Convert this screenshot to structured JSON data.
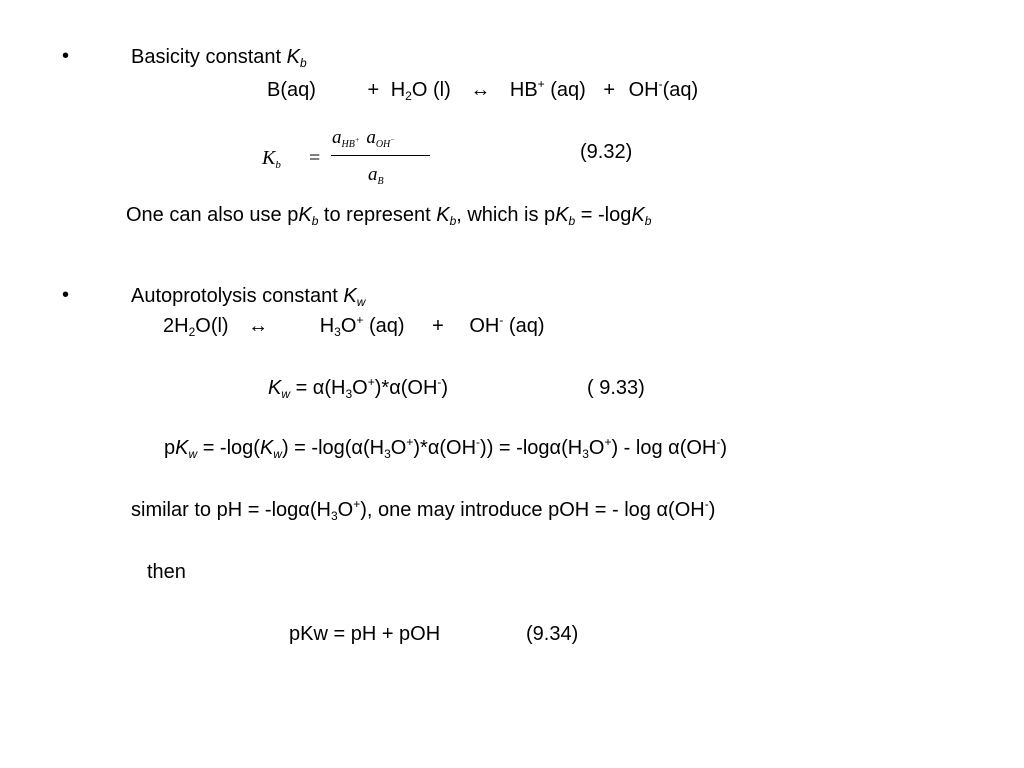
{
  "section1": {
    "bullet": "•",
    "title_text": "Basicity constant ",
    "title_sym": "K",
    "title_sub": "b",
    "eq": {
      "reactant1": "B(aq)",
      "plus1": "+",
      "water_a": "H",
      "water_sub": "2",
      "water_b": "O (l)",
      "arrow": "↔",
      "prod1_a": "HB",
      "prod1_sup": "+",
      "prod1_b": " (aq)",
      "plus2": "+",
      "prod2_a": "OH",
      "prod2_sup": "-",
      "prod2_b": "(aq)"
    },
    "formula": {
      "lhs": "K",
      "lhs_sub": "b",
      "equals": "=",
      "num_a1": "a",
      "num_a1_sub": "HB",
      "num_a1_sup": "+",
      "num_a2": "a",
      "num_a2_sub": "OH",
      "num_a2_sup": "−",
      "den": "a",
      "den_sub": "B",
      "number": "(9.32)"
    },
    "note": {
      "p1": "One can also use p",
      "k1": "K",
      "k1_sub": "b",
      "p2": " to represent ",
      "k2": "K",
      "k2_sub": "b",
      "p3": ", which is p",
      "k3": "K",
      "k3_sub": "b",
      "p4": " = -log",
      "k4": "K",
      "k4_sub": "b"
    }
  },
  "section2": {
    "bullet": "•",
    "title_text": "Autoprotolysis constant ",
    "title_sym": "K",
    "title_sub": "w",
    "eq": {
      "reactant_a": "2H",
      "reactant_sub": "2",
      "reactant_b": "O(l)",
      "arrow": "↔",
      "prod1_a": "H",
      "prod1_sub": "3",
      "prod1_b": "O",
      "prod1_sup": "+",
      "prod1_c": " (aq)",
      "plus": "+",
      "prod2_a": "OH",
      "prod2_sup": "-",
      "prod2_b": " (aq)"
    },
    "kw": {
      "k": "K",
      "k_sub": "w",
      "t1": " = α(H",
      "s1": "3",
      "t2": "O",
      "sup1": "+",
      "t3": ")*α(OH",
      "sup2": "-",
      "t4": ")",
      "number": "( 9.33)"
    },
    "pkw": {
      "t1": "p",
      "k1": "K",
      "k1_sub": "w",
      "t2": " = -log(",
      "k2": "K",
      "k2_sub": "w",
      "t3": ") = -log(α(H",
      "s1": "3",
      "t4": "O",
      "sup1": "+",
      "t5": ")*α(OH",
      "sup2": "-",
      "t6": ")) = -logα(H",
      "s2": "3",
      "t7": "O",
      "sup3": "+",
      "t8": ") - log α(OH",
      "sup4": "-",
      "t9": ")"
    },
    "similar": {
      "t1": "similar to pH = -logα(H",
      "s1": "3",
      "t2": "O",
      "sup1": "+",
      "t3": "), one may introduce pOH = - log α(OH",
      "sup2": "-",
      "t4": ")"
    },
    "then": "then",
    "final": {
      "eq": "pKw = pH + pOH",
      "number": "(9.34)"
    }
  }
}
